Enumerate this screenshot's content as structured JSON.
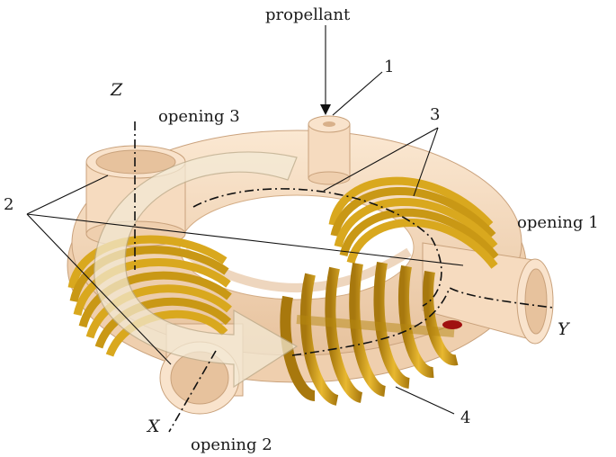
{
  "labels": {
    "propellant": "propellant",
    "opening1": "opening 1",
    "opening2": "opening 2",
    "opening3": "opening 3",
    "num1": "1",
    "num2": "2",
    "num3": "3",
    "num4": "4",
    "axis_x": "X",
    "axis_y": "Y",
    "axis_z": "Z"
  },
  "colors": {
    "torus": "#f7dcc0",
    "torus_shade": "#e9c4a0",
    "coil": "#d9a81e",
    "coil_dark": "#9e7410",
    "coil_front": "#b8860b",
    "electrode_tip": "#a01010",
    "arrow": "#f1e8d2"
  }
}
